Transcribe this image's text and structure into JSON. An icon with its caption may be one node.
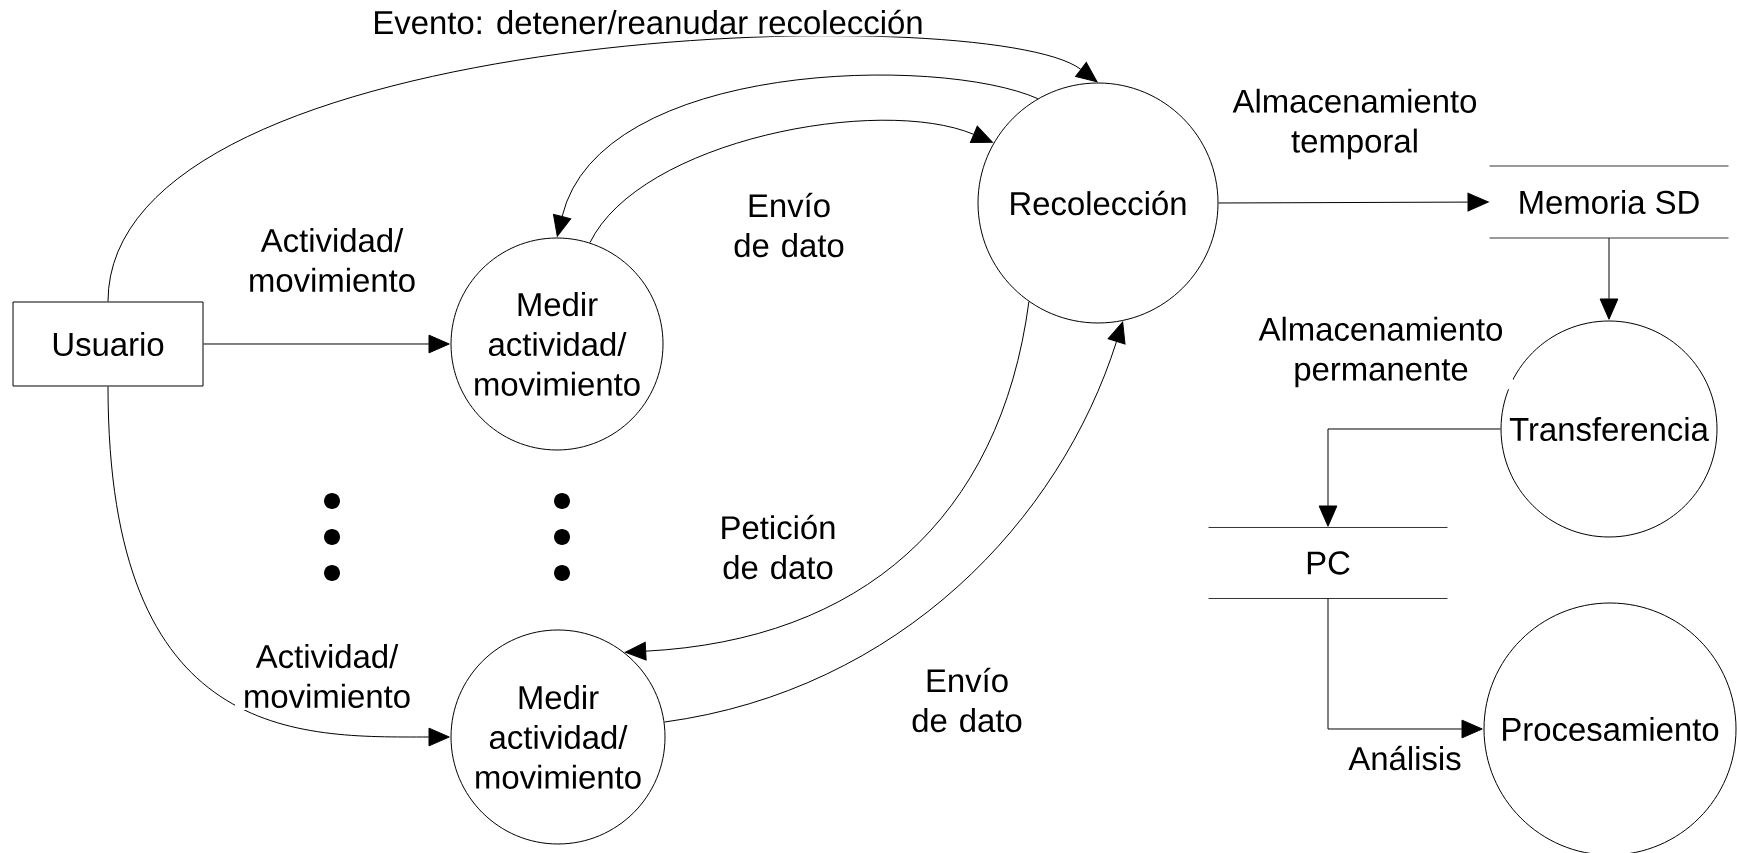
{
  "diagram": {
    "nodes": [
      {
        "text": [
          "Usuario"
        ]
      },
      {
        "text": [
          "Medir actividad/ movimiento"
        ]
      },
      {
        "text": [
          "Recolección"
        ]
      },
      {
        "text": [
          "Memoria SD"
        ]
      },
      {
        "text": [
          "Transferencia"
        ]
      },
      {
        "text": [
          "PC"
        ]
      },
      {
        "text": [
          "Medir actividad/ movimiento"
        ]
      },
      {
        "text": [
          "Procesamiento"
        ]
      }
    ],
    "edges": [
      {
        "from": 0,
        "to": 2,
        "arrow": "to",
        "label": "Evento: detener/reanudar recolección"
      },
      {
        "from": 0,
        "to": 1,
        "arrow": "to",
        "label": "Actividad/ movimiento"
      },
      {
        "from": 0,
        "to": 6,
        "arrow": "to",
        "label": "Actividad/ movimiento"
      },
      {
        "from": 2,
        "to": 1,
        "arrow": "to"
      },
      {
        "from": 1,
        "to": 2,
        "arrow": "to",
        "label": "Envío de dato"
      },
      {
        "from": 2,
        "to": 6,
        "arrow": "to",
        "label": "Petición de dato"
      },
      {
        "from": 6,
        "to": 2,
        "arrow": "to",
        "label": "Envío de dato"
      },
      {
        "from": 2,
        "to": 3,
        "arrow": "to",
        "label": "Almacenamiento temporal"
      },
      {
        "from": 3,
        "to": 4,
        "arrow": "to",
        "label": "Almacenamiento permanente"
      },
      {
        "from": 4,
        "to": 5,
        "arrow": "to"
      },
      {
        "from": 5,
        "to": 7,
        "arrow": "to",
        "label": "Análisis"
      }
    ]
  }
}
